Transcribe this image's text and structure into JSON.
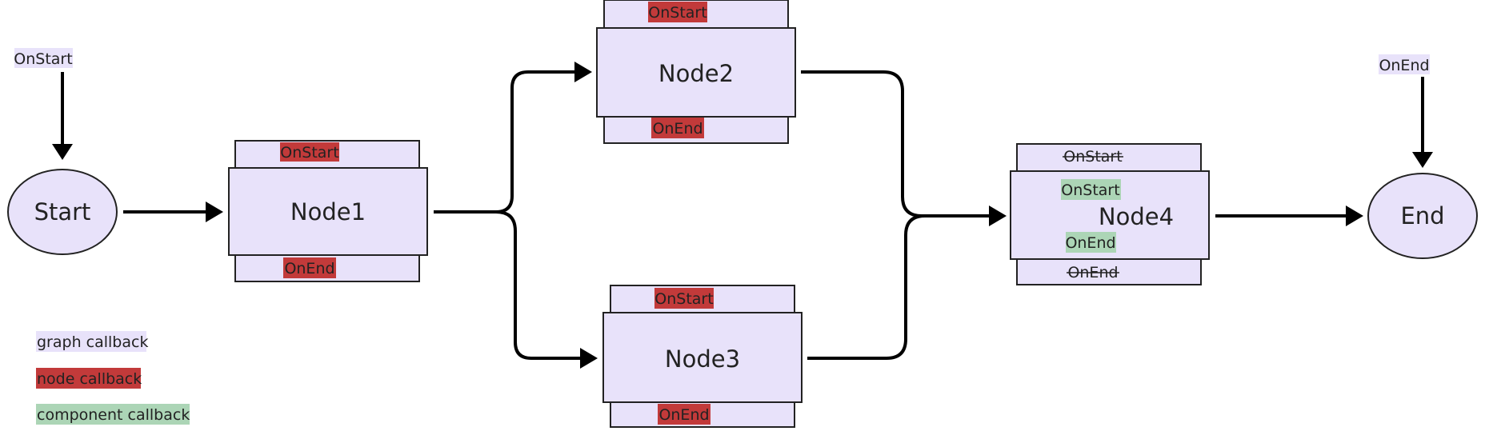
{
  "graph": {
    "start": "Start",
    "end": "End",
    "graph_callbacks": {
      "on_start": "OnStart",
      "on_end": "OnEnd"
    }
  },
  "nodes": {
    "node1": {
      "label": "Node1",
      "on_start": "OnStart",
      "on_end": "OnEnd"
    },
    "node2": {
      "label": "Node2",
      "on_start": "OnStart",
      "on_end": "OnEnd"
    },
    "node3": {
      "label": "Node3",
      "on_start": "OnStart",
      "on_end": "OnEnd"
    },
    "node4": {
      "label": "Node4",
      "node_on_start": "OnStart",
      "node_on_end": "OnEnd",
      "component_on_start": "OnStart",
      "component_on_end": "OnEnd"
    }
  },
  "legend": {
    "graph": "graph callback",
    "node": "node callback",
    "component": "component callback"
  },
  "colors": {
    "graph_callback": "#e8e2fa",
    "node_callback": "#c23a3a",
    "component_callback": "#acd5b6",
    "box_fill": "#e8e2fa"
  }
}
